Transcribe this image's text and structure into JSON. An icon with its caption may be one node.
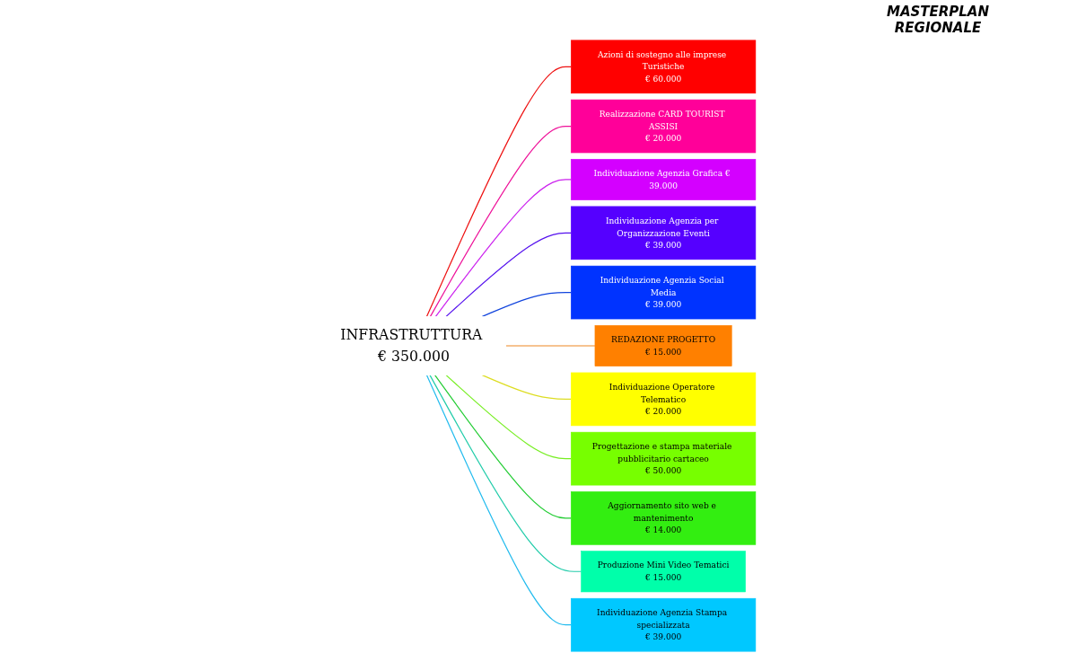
{
  "diagram": {
    "nodes": [
      {
        "text": [
          "INFRASTRUTTURA € 350.000"
        ]
      },
      {
        "text": [
          "Azioni di sostegno alle imprese Turistiche",
          "€ 60.000"
        ]
      },
      {
        "text": [
          "Realizzazione CARD TOURIST ASSISI",
          "€ 20.000"
        ]
      },
      {
        "text": [
          "Individuazione Agenzia Grafica € 39.000"
        ]
      },
      {
        "text": [
          "Individuazione Agenzia per Organizzazione Eventi",
          "€ 39.000"
        ]
      },
      {
        "text": [
          "Individuazione Agenzia Social Media",
          "€ 39.000"
        ]
      },
      {
        "text": [
          "REDAZIONE PROGETTO",
          "€ 15.000"
        ]
      },
      {
        "text": [
          "Individuazione Operatore Telematico",
          "€ 20.000"
        ]
      },
      {
        "text": [
          "Progettazione e stampa materiale pubblicitario cartaceo",
          "€ 50.000"
        ]
      },
      {
        "text": [
          "Aggiornamento sito web e mantenimento",
          "€ 14.000"
        ]
      },
      {
        "text": [
          "Produzione Mini Video Tematici",
          "€ 15.000"
        ]
      },
      {
        "text": [
          "Individuazione Agenzia Stampa specializzata",
          "€ 39.000"
        ]
      }
    ],
    "edges": [
      {
        "from": 0,
        "to": 1,
        "arrow": "none",
        "color": "#ee1111"
      },
      {
        "from": 0,
        "to": 2,
        "arrow": "none",
        "color": "#ee1199"
      },
      {
        "from": 0,
        "to": 3,
        "arrow": "none",
        "color": "#cc22ee"
      },
      {
        "from": 0,
        "to": 4,
        "arrow": "none",
        "color": "#5511ee"
      },
      {
        "from": 0,
        "to": 5,
        "arrow": "none",
        "color": "#1144dd"
      },
      {
        "from": 0,
        "to": 6,
        "arrow": "none",
        "color": "#ee8822"
      },
      {
        "from": 0,
        "to": 7,
        "arrow": "none",
        "color": "#dddd22"
      },
      {
        "from": 0,
        "to": 8,
        "arrow": "none",
        "color": "#77ee22"
      },
      {
        "from": 0,
        "to": 9,
        "arrow": "none",
        "color": "#22cc33"
      },
      {
        "from": 0,
        "to": 10,
        "arrow": "none",
        "color": "#22ccaa"
      },
      {
        "from": 0,
        "to": 11,
        "arrow": "none",
        "color": "#22bbee"
      }
    ],
    "labels": [
      "MASTERPLAN REGIONALE"
    ]
  }
}
